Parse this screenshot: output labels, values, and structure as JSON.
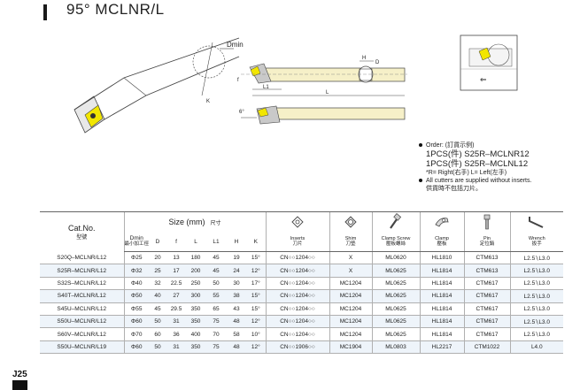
{
  "title": "95°  MCLNR/L",
  "drawing": {
    "labels": {
      "dmin": "Dmin",
      "h": "H",
      "d": "D",
      "f": "f",
      "l1": "L1",
      "l": "L",
      "k": "K",
      "angle": "6°",
      "arrow": "⇐"
    }
  },
  "order": {
    "heading": "Order: (訂貨示例)",
    "example1_prefix": "1PCS(件)",
    "example1_code": "S25R–MCLNR12",
    "example2_prefix": "1PCS(件)",
    "example2_code": "S25R–MCLNL12",
    "hand_note": "*R= Right(右手)    L= Left(左手)",
    "inserts_note_en": "All cutters are supplied without inserts.",
    "inserts_note_cn": "供貨時不包括刀片。"
  },
  "table": {
    "catno_label": "Cat.No.",
    "catno_sub": "型號",
    "size_label": "Size (mm)",
    "size_sub": "尺寸",
    "dim_cols": [
      {
        "top": "Dmin",
        "sub": "最小加工徑"
      },
      {
        "top": "D",
        "sub": ""
      },
      {
        "top": "f",
        "sub": ""
      },
      {
        "top": "L",
        "sub": ""
      },
      {
        "top": "L1",
        "sub": ""
      },
      {
        "top": "H",
        "sub": ""
      },
      {
        "top": "K",
        "sub": ""
      }
    ],
    "acc_cols": [
      {
        "en": "Inserts",
        "cn": "刀片",
        "icon": "insert-icon"
      },
      {
        "en": "Shim",
        "cn": "刀墊",
        "icon": "shim-icon"
      },
      {
        "en": "Clamp Screw",
        "cn": "壓板螺絲",
        "icon": "clamp-screw-icon"
      },
      {
        "en": "Clamp",
        "cn": "壓板",
        "icon": "clamp-icon"
      },
      {
        "en": "Pin",
        "cn": "定位銷",
        "icon": "pin-icon"
      },
      {
        "en": "Wrench",
        "cn": "扳手",
        "icon": "wrench-icon"
      }
    ],
    "rows": [
      [
        "S20Q–MCLNR/L12",
        "Φ25",
        "20",
        "13",
        "180",
        "45",
        "19",
        "15°",
        "CN○○1204○○",
        "X",
        "ML0620",
        "HL1810",
        "CTM613",
        "L2.5∖L3.0"
      ],
      [
        "S25R–MCLNR/L12",
        "Φ32",
        "25",
        "17",
        "200",
        "45",
        "24",
        "12°",
        "CN○○1204○○",
        "X",
        "ML0625",
        "HL1814",
        "CTM613",
        "L2.5∖L3.0"
      ],
      [
        "S32S–MCLNR/L12",
        "Φ40",
        "32",
        "22.5",
        "250",
        "50",
        "30",
        "17°",
        "CN○○1204○○",
        "MC1204",
        "ML0625",
        "HL1814",
        "CTM617",
        "L2.5∖L3.0"
      ],
      [
        "S40T–MCLNR/L12",
        "Φ50",
        "40",
        "27",
        "300",
        "55",
        "38",
        "15°",
        "CN○○1204○○",
        "MC1204",
        "ML0625",
        "HL1814",
        "CTM617",
        "L2.5∖L3.0"
      ],
      [
        "S45U–MCLNR/L12",
        "Φ55",
        "45",
        "29.5",
        "350",
        "65",
        "43",
        "15°",
        "CN○○1204○○",
        "MC1204",
        "ML0625",
        "HL1814",
        "CTM617",
        "L2.5∖L3.0"
      ],
      [
        "S50U–MCLNR/L12",
        "Φ60",
        "50",
        "31",
        "350",
        "75",
        "48",
        "12°",
        "CN○○1204○○",
        "MC1204",
        "ML0625",
        "HL1814",
        "CTM617",
        "L2.5∖L3.0"
      ],
      [
        "S60V–MCLNR/L12",
        "Φ70",
        "60",
        "36",
        "400",
        "70",
        "58",
        "10°",
        "CN○○1204○○",
        "MC1204",
        "ML0625",
        "HL1814",
        "CTM617",
        "L2.5∖L3.0"
      ],
      [
        "S50U–MCLNR/L19",
        "Φ60",
        "50",
        "31",
        "350",
        "75",
        "48",
        "12°",
        "CN○○1906○○",
        "MC1904",
        "ML0803",
        "HL2217",
        "CTM1022",
        "L4.0"
      ]
    ]
  },
  "page_number": "J25",
  "colors": {
    "insert_yellow": "#f2e600",
    "row_tint": "#eef4fa",
    "bar_fill": "#f6f0c8"
  }
}
